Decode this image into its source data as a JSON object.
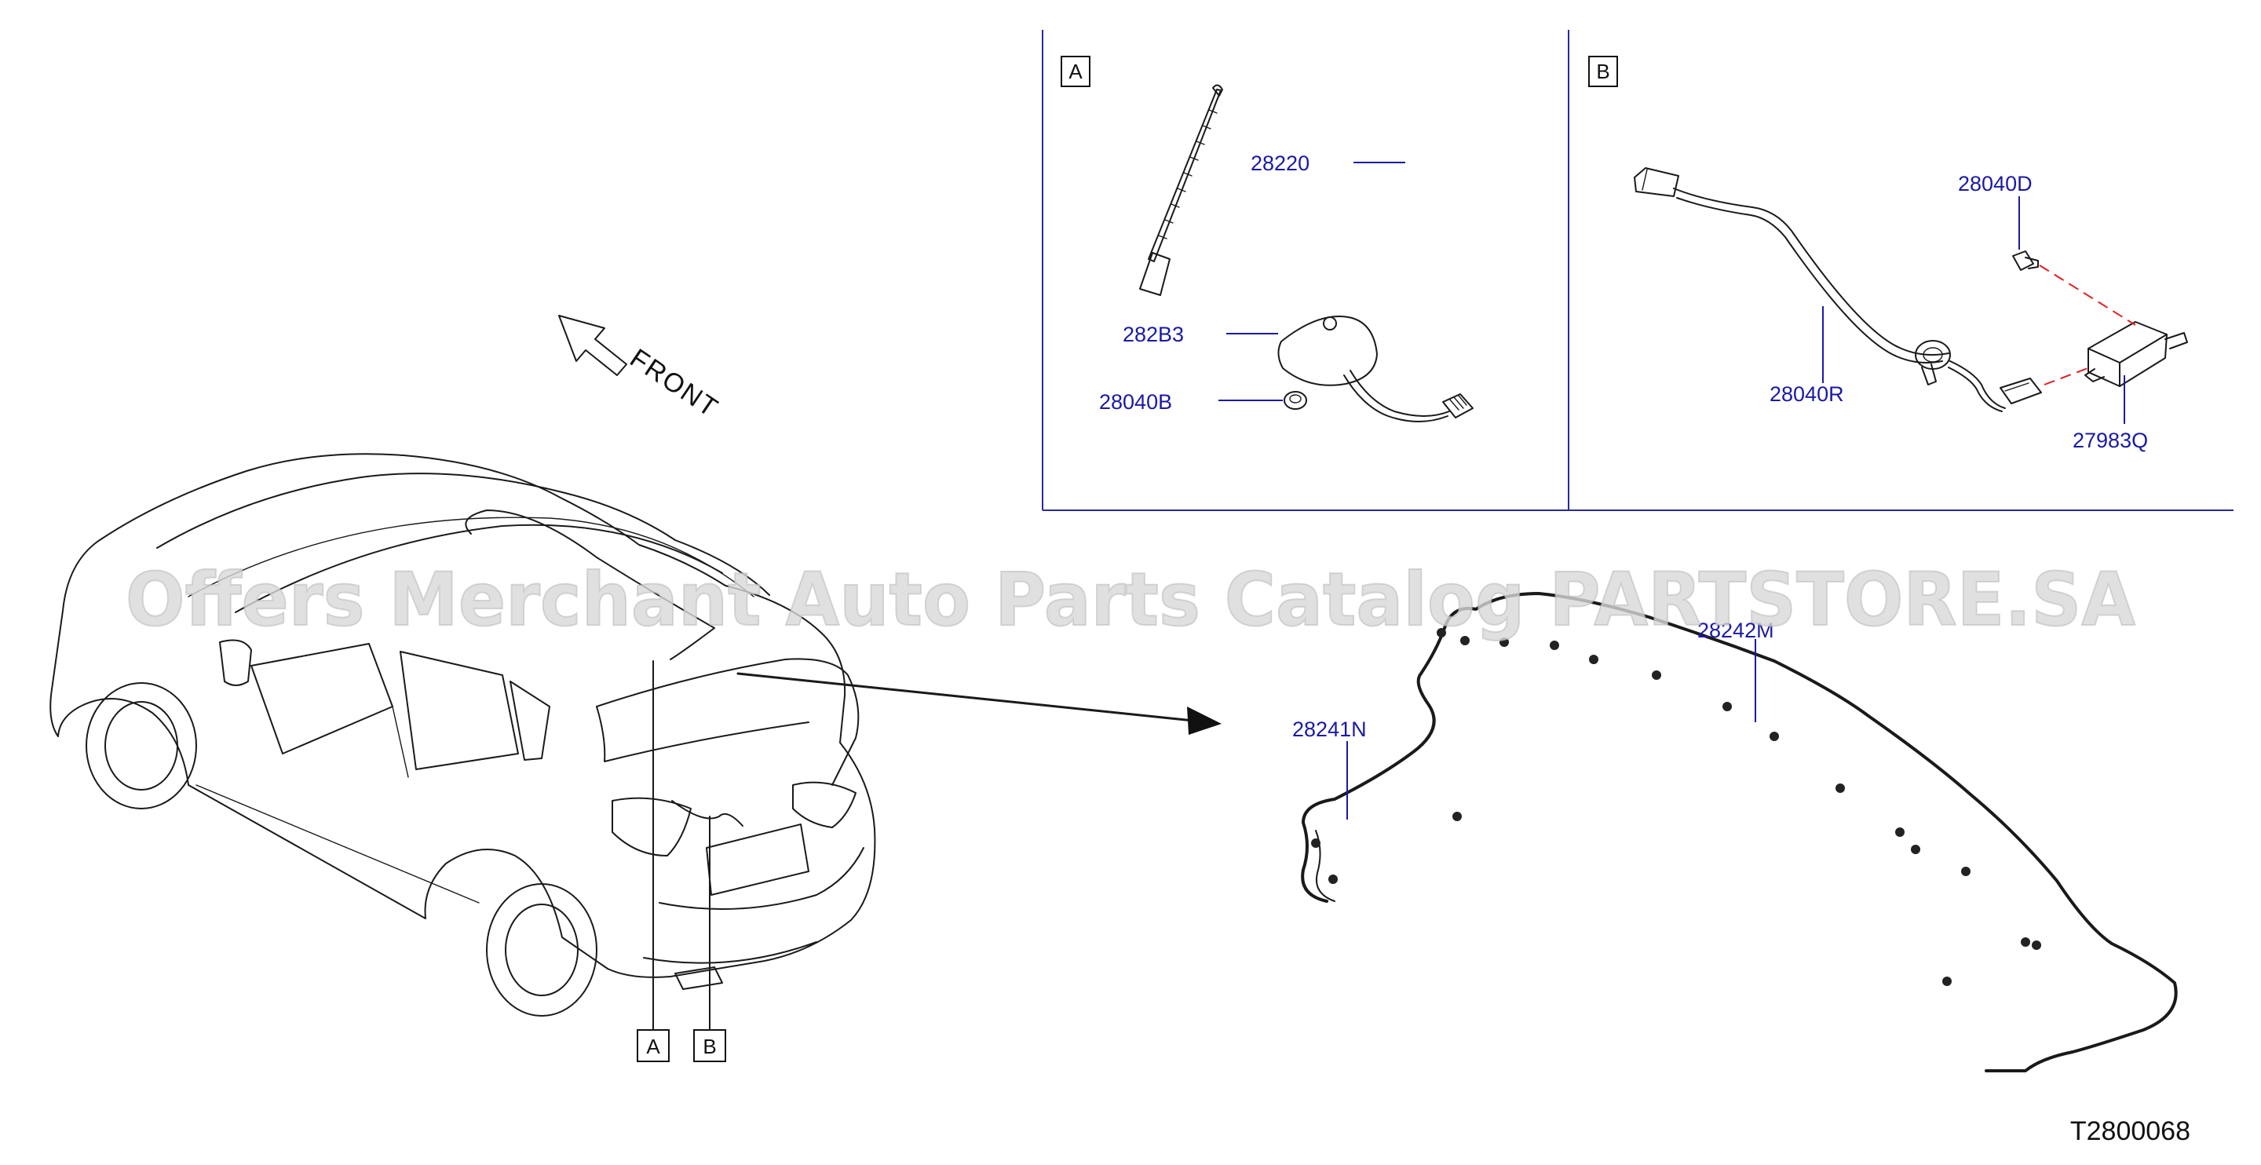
{
  "watermark": "Offers Merchant Auto Parts Catalog PARTSTORE.SA",
  "diagram_code": "T2800068",
  "front_label": "FRONT",
  "callouts": {
    "a": "A",
    "b": "B"
  },
  "panels": {
    "a": {
      "letter": "A",
      "parts": {
        "antenna_rod": "28220",
        "antenna_base": "282B3",
        "grommet": "28040B"
      }
    },
    "b": {
      "letter": "B",
      "parts": {
        "feeder": "28040R",
        "bolt": "28040D",
        "amplifier": "27983Q"
      }
    }
  },
  "harness": {
    "rear": "28241N",
    "roof": "28242M"
  },
  "colors": {
    "part_label": "#1a1aa6",
    "panel_border": "#2a2a9a",
    "dashed_line": "#e02020"
  }
}
